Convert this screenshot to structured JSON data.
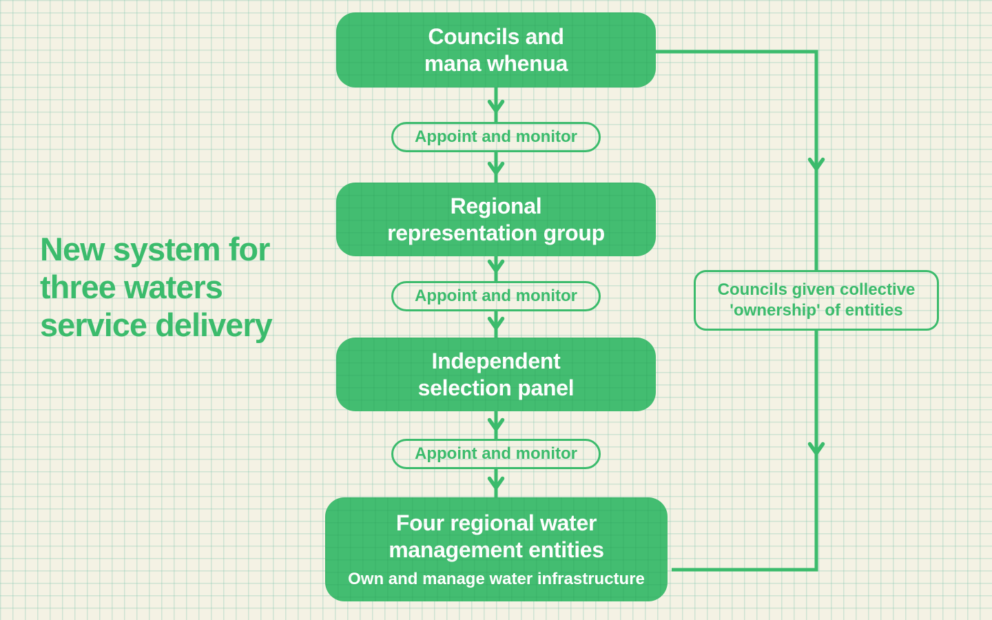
{
  "title": {
    "lines": [
      "New system for",
      "three waters",
      "service delivery"
    ]
  },
  "flow": {
    "nodes": [
      {
        "label_lines": [
          "Councils and",
          "mana whenua"
        ]
      },
      {
        "label_lines": [
          "Regional",
          "representation group"
        ]
      },
      {
        "label_lines": [
          "Independent",
          "selection panel"
        ]
      },
      {
        "label_lines": [
          "Four regional water",
          "management entities"
        ],
        "subtitle": "Own and manage water infrastructure"
      }
    ],
    "appoint_labels": [
      "Appoint and monitor",
      "Appoint and monitor",
      "Appoint and monitor"
    ],
    "side_label_lines": [
      "Councils given collective",
      "'ownership' of entities"
    ]
  },
  "colors": {
    "green": "#3bbb6c",
    "box-green": "#43bd71",
    "background": "#f4f2e4",
    "grid": "rgba(125,196,172,0.32)",
    "text-on-green": "#ffffff"
  }
}
